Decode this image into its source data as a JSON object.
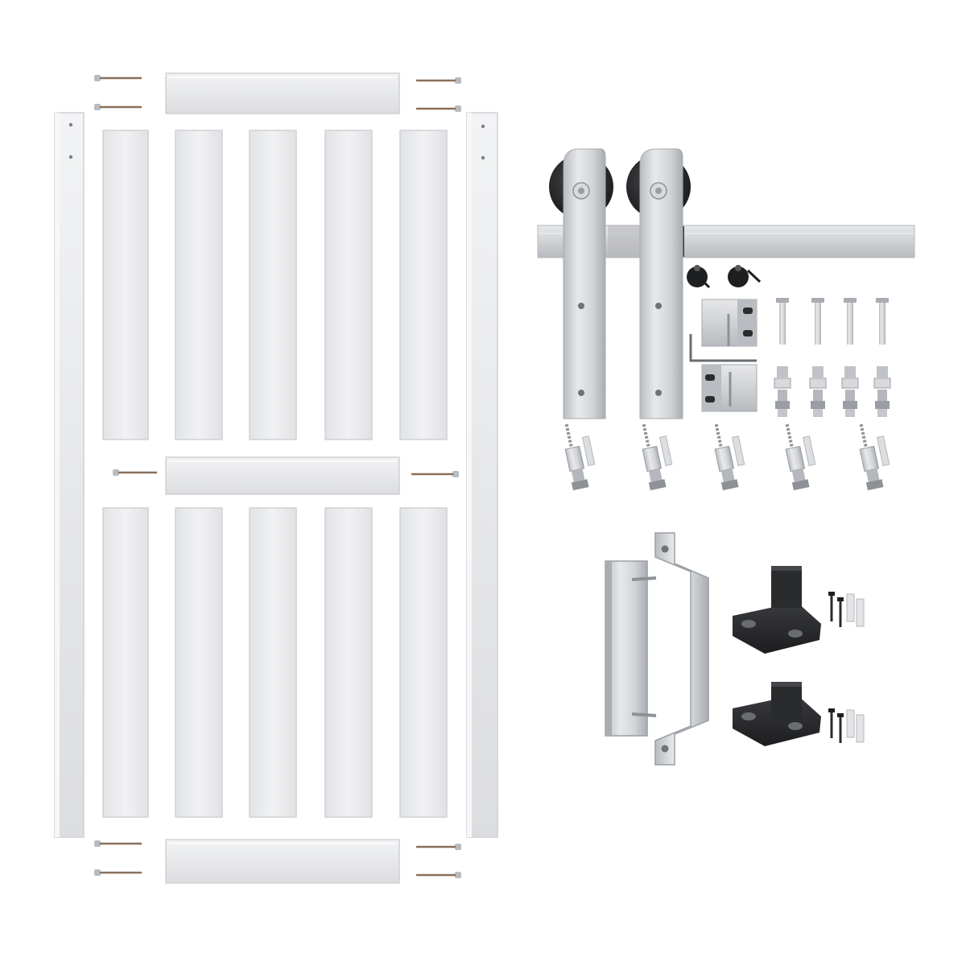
{
  "scene": {
    "description_visible_text": "",
    "colors": {
      "background": "#ffffff",
      "panel_face": "#ececee",
      "panel_edge": "#d4d5d8",
      "panel_shadow": "#c4c6ca",
      "steel_light": "#e4e6e8",
      "steel_mid": "#c3c6ca",
      "steel_dark": "#8e9297",
      "black_part": "#2a2b2d",
      "screw_brown": "#8a6f5a"
    },
    "components": {
      "door_stiles": 2,
      "door_rails": 3,
      "door_panels": 10,
      "door_screws": 10,
      "track_rail": 1,
      "hangers": 2,
      "track_stoppers": 2,
      "anti_jump_discs": 2,
      "anti_jump_blocks": 2,
      "hex_key": 1,
      "spacer_bolts": 4,
      "spacer_assemblies": 4,
      "lag_screws": 5,
      "pull_handle": 1,
      "floor_guides": 2,
      "guide_screw_sets": 2
    }
  }
}
